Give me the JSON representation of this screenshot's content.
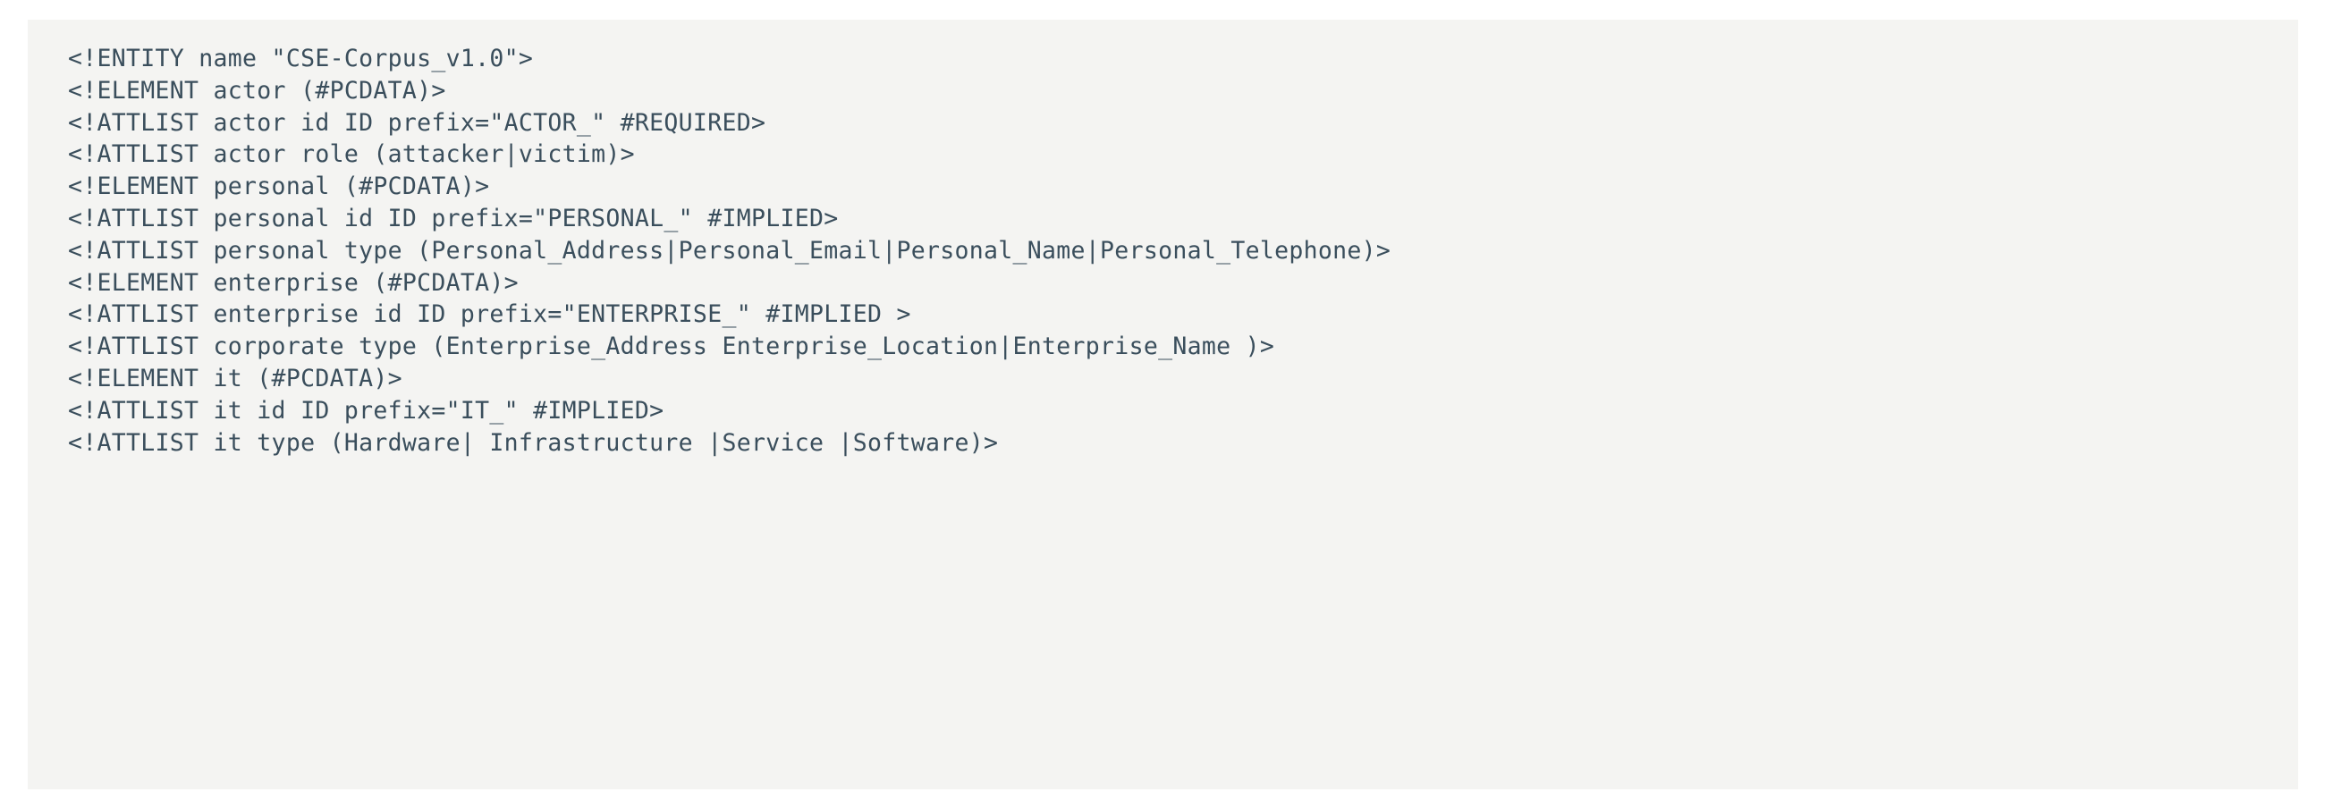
{
  "code_block": {
    "language": "dtd",
    "background_color": "#f4f4f2",
    "text_color": "#3a4e5c",
    "page_background": "#ffffff",
    "lines": [
      "<!ENTITY name \"CSE-Corpus_v1.0\">",
      "<!ELEMENT actor (#PCDATA)>",
      "<!ATTLIST actor id ID prefix=\"ACTOR_\" #REQUIRED>",
      "<!ATTLIST actor role (attacker|victim)>",
      "<!ELEMENT personal (#PCDATA)>",
      "<!ATTLIST personal id ID prefix=\"PERSONAL_\" #IMPLIED>",
      "<!ATTLIST personal type (Personal_Address|Personal_Email|Personal_Name|Personal_Telephone)>",
      "<!ELEMENT enterprise (#PCDATA)>",
      "<!ATTLIST enterprise id ID prefix=\"ENTERPRISE_\" #IMPLIED >",
      "<!ATTLIST corporate type (Enterprise_Address Enterprise_Location|Enterprise_Name )>",
      "<!ELEMENT it (#PCDATA)>",
      "<!ATTLIST it id ID prefix=\"IT_\" #IMPLIED>",
      "<!ATTLIST it type (Hardware| Infrastructure |Service |Software)>"
    ]
  }
}
